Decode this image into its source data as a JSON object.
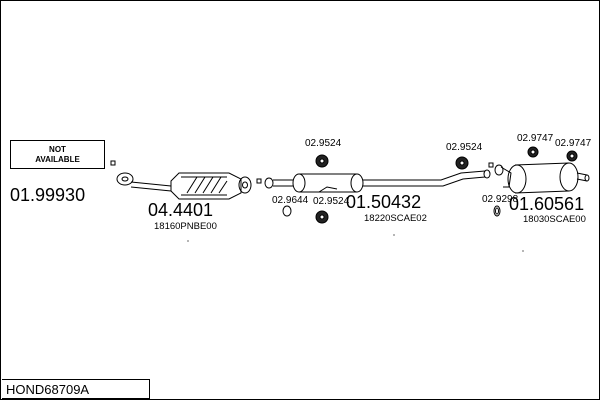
{
  "diagram_code": "HOND68709A",
  "not_available_text": "NOT\nAVAILABLE",
  "parts": {
    "front_pipe": "01.99930",
    "catalyst": "04.4401",
    "catalyst_oem": "18160PNBE00",
    "center_silencer": "01.50432",
    "center_oem": "18220SCAE02",
    "rear_silencer": "01.60561",
    "rear_oem": "18030SCAE00",
    "hanger_1": "02.9524",
    "hanger_2": "02.9524",
    "hanger_3": "02.9524",
    "hanger_4": "02.9747",
    "hanger_5": "02.9747",
    "gasket_1": "02.9644",
    "gasket_2": "02.9298"
  }
}
